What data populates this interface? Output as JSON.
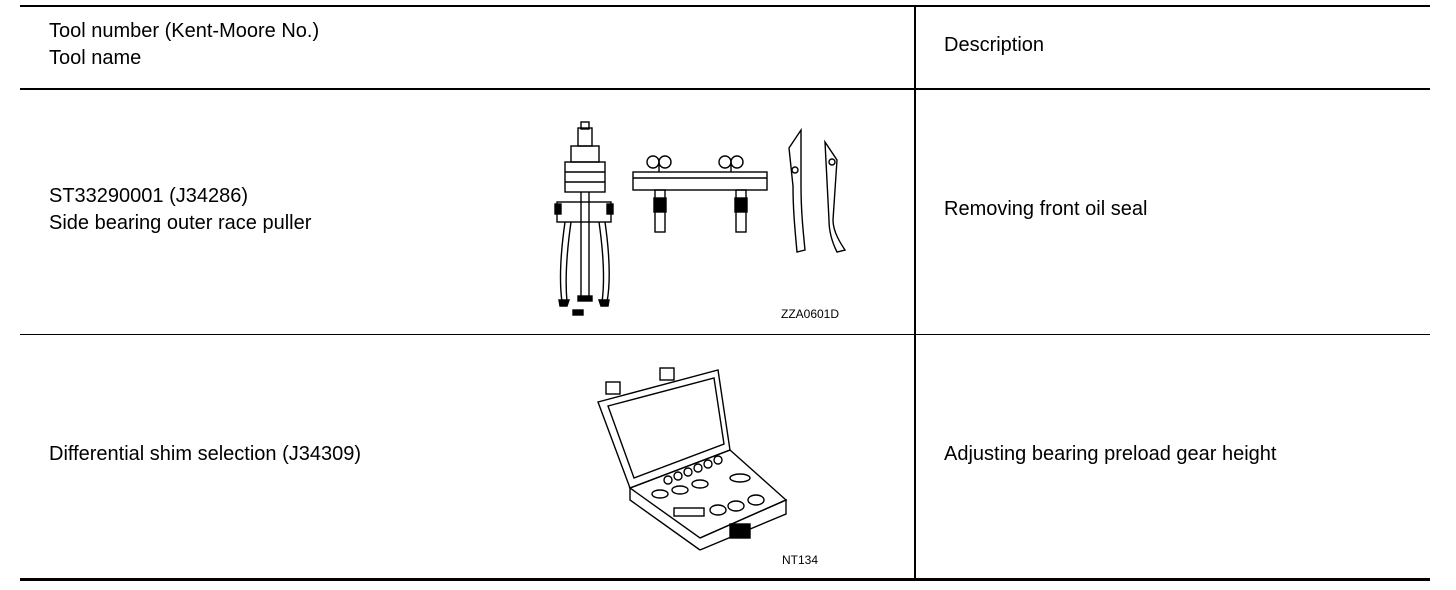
{
  "table": {
    "header": {
      "tool_line1": "Tool number (Kent-Moore No.)",
      "tool_line2": "Tool name",
      "description": "Description"
    },
    "rows": [
      {
        "tool_line1": "ST33290001 (J34286)",
        "tool_line2": "Side bearing outer race puller",
        "illustration_code": "ZZA0601D",
        "description": "Removing front oil seal"
      },
      {
        "tool_line1": "Differential shim selection (J34309)",
        "illustration_code": "NT134",
        "description": "Adjusting bearing preload gear height"
      }
    ]
  }
}
